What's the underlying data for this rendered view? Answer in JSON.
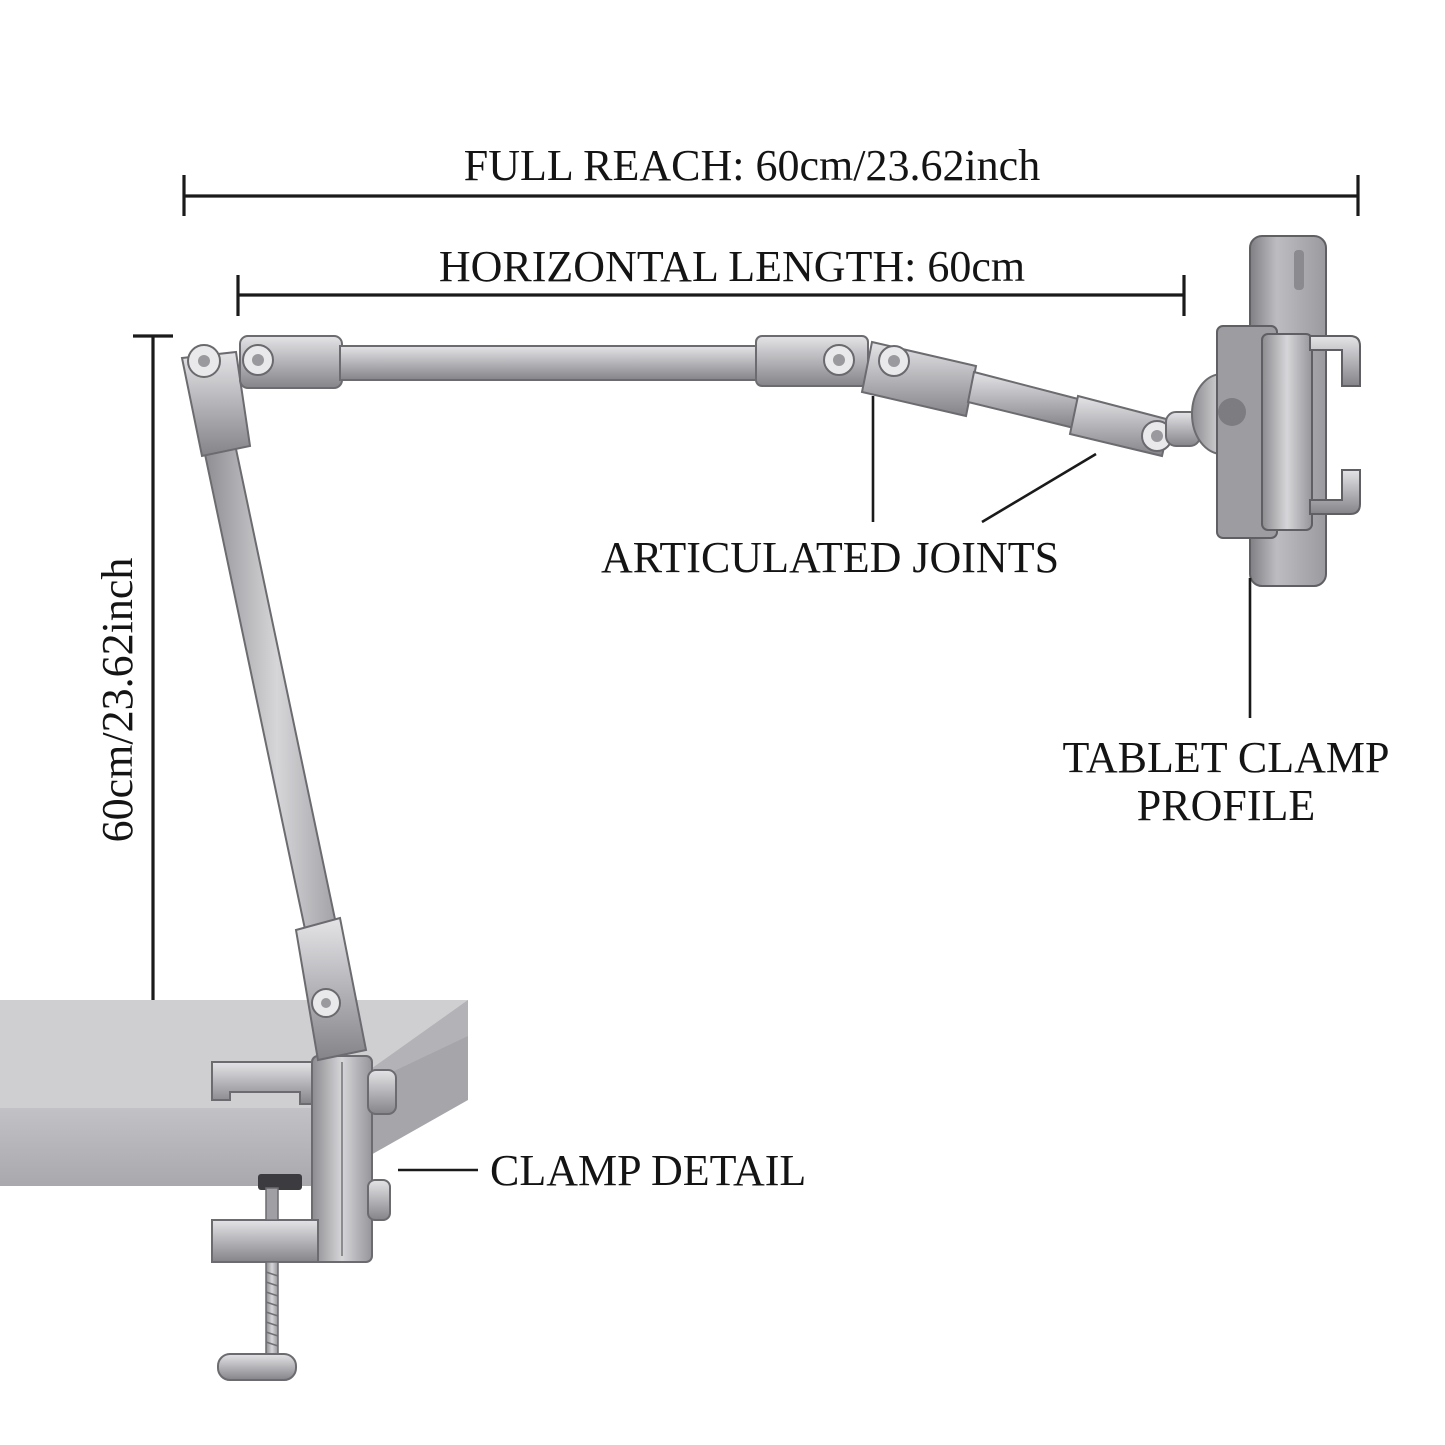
{
  "labels": {
    "full_reach": "FULL REACH: 60cm/23.62inch",
    "horizontal_length": "HORIZONTAL LENGTH: 60cm",
    "vertical_height": "60cm/23.62inch",
    "articulated_joints": "ARTICULATED JOINTS",
    "tablet_clamp_line1": "TABLET CLAMP",
    "tablet_clamp_line2": "PROFILE",
    "clamp_detail": "CLAMP DETAIL"
  },
  "colors": {
    "background": "#ffffff",
    "ink": "#141414",
    "metal_light": "#d2d2d5",
    "metal_mid": "#a9a9ad",
    "metal_dark": "#77777b",
    "desk_top": "#c9c9cc",
    "desk_edge": "#b4b4b8"
  }
}
